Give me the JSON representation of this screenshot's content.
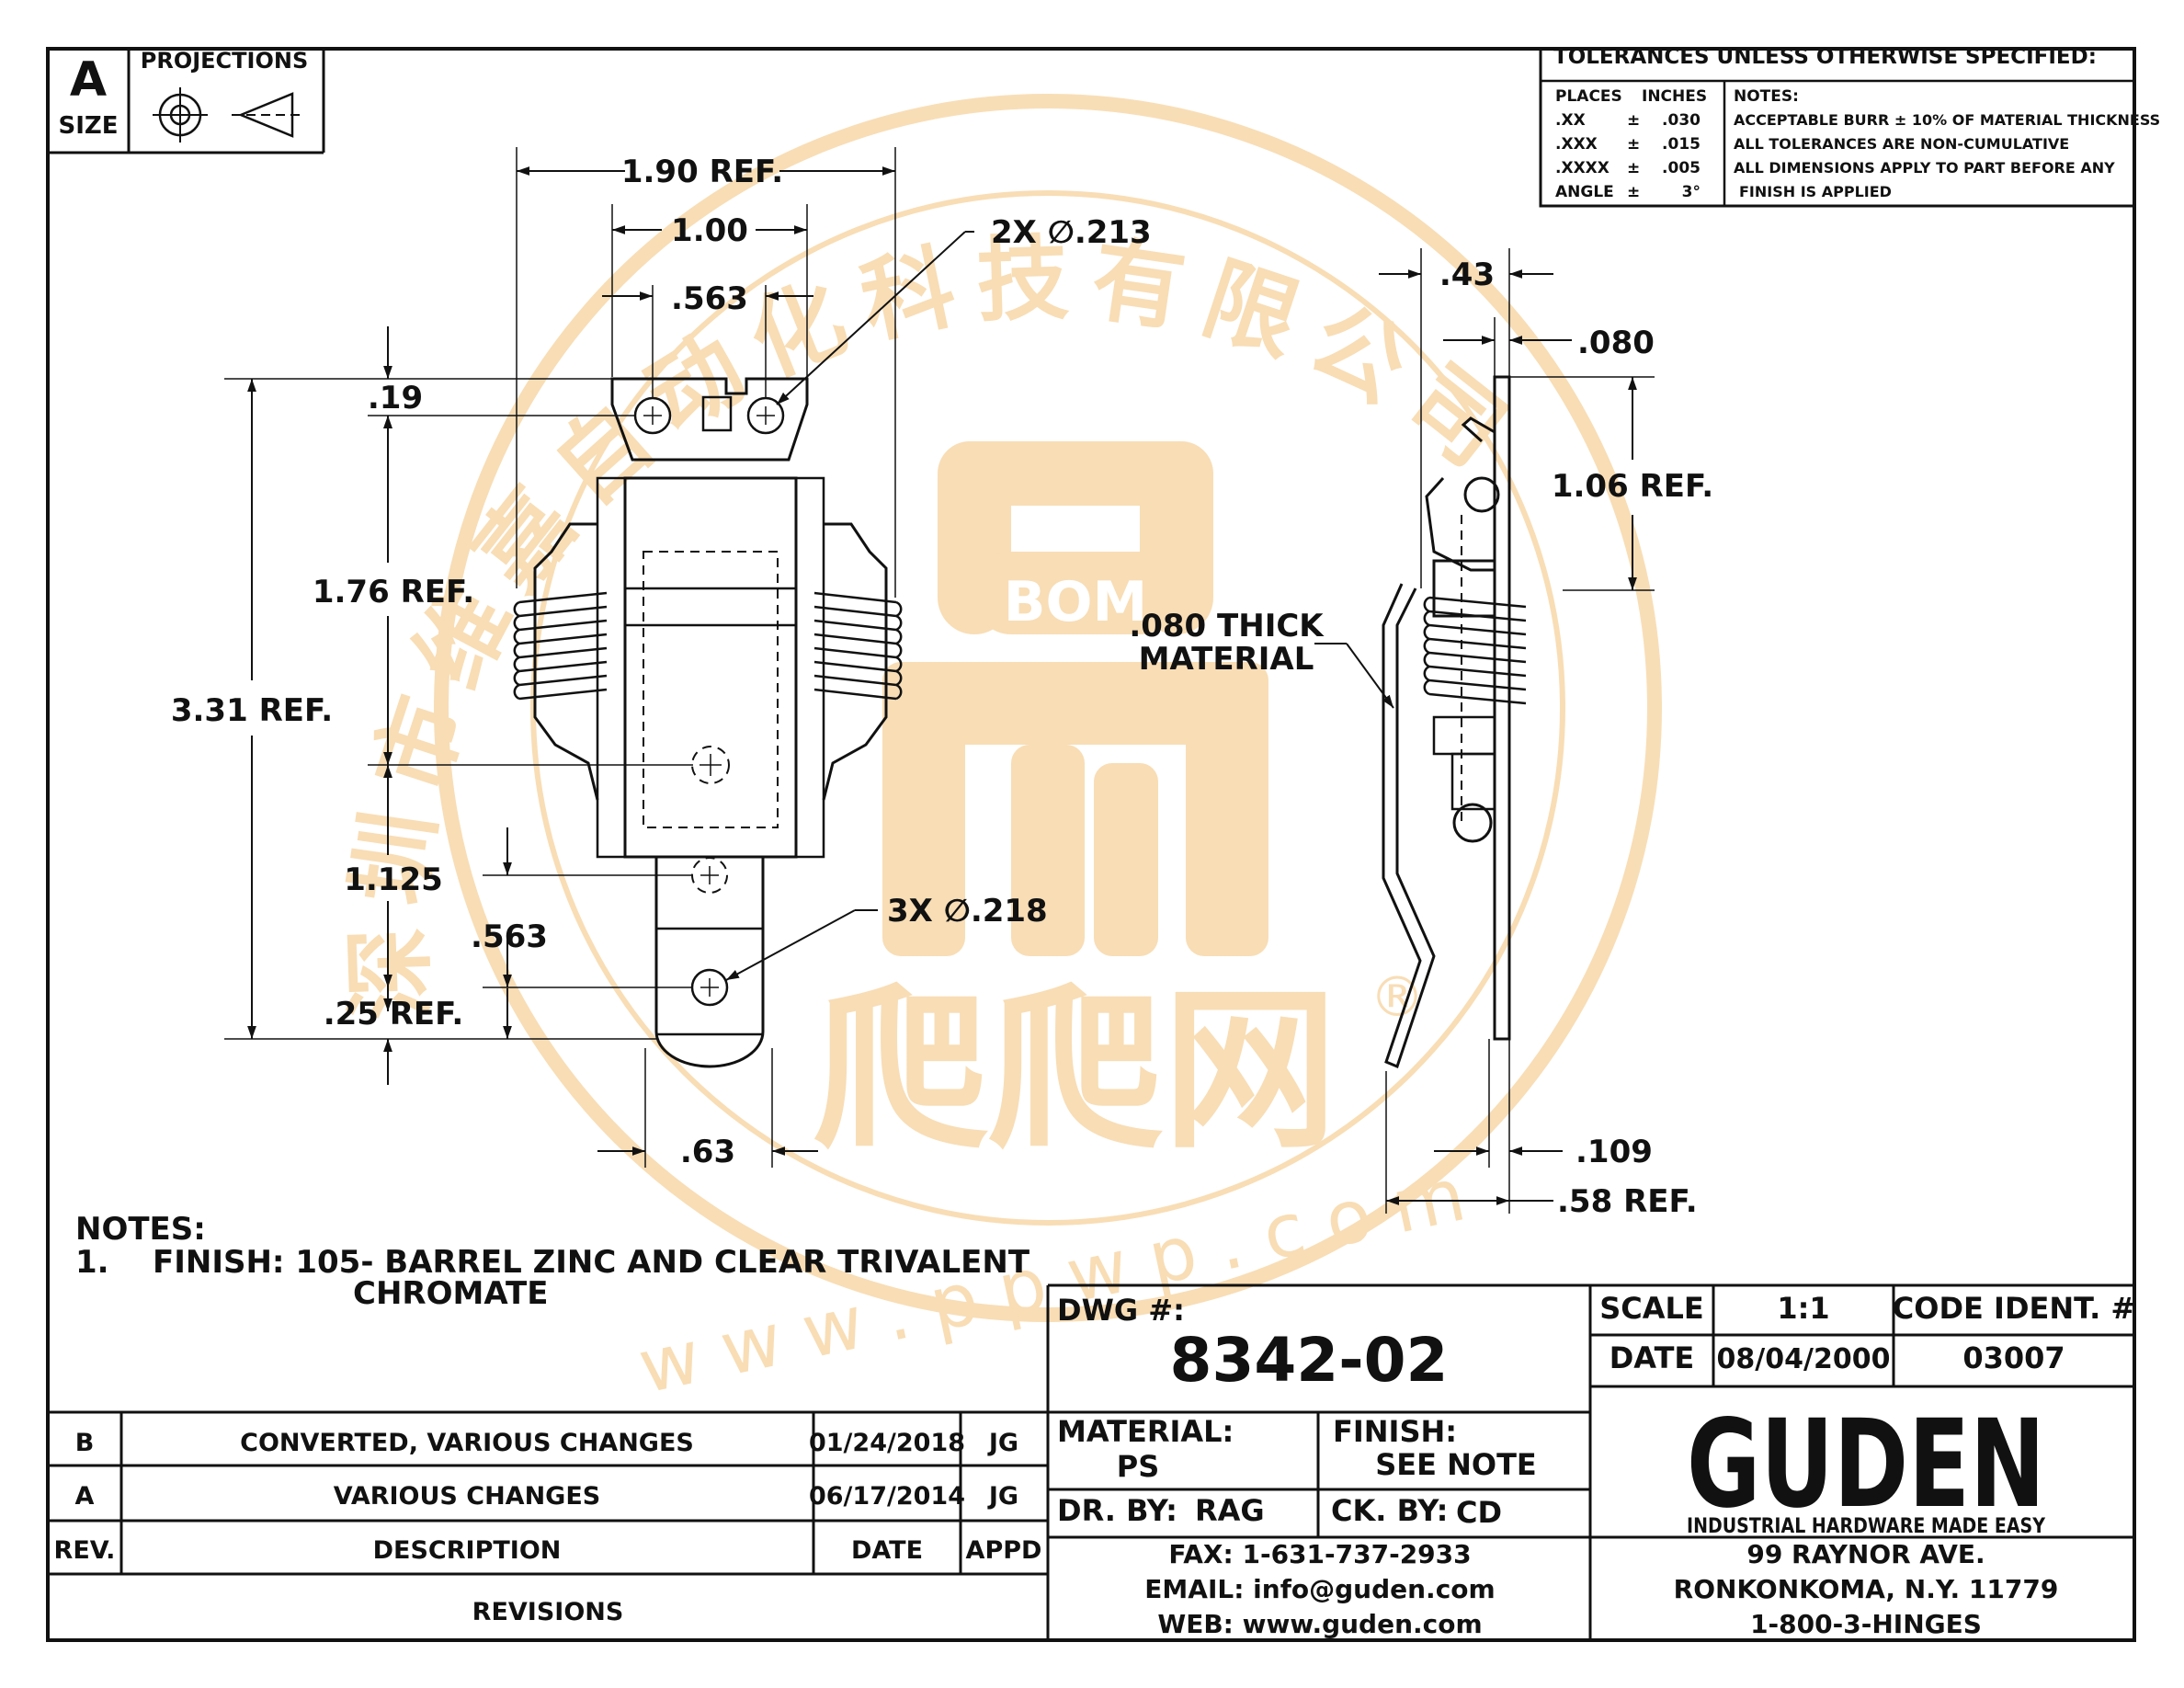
{
  "size_block": {
    "letter": "A",
    "label": "SIZE",
    "projections_label": "PROJECTIONS"
  },
  "tolerances": {
    "title": "TOLERANCES UNLESS OTHERWISE SPECIFIED:",
    "col_places": "PLACES",
    "col_inches": "INCHES",
    "rows": [
      {
        "places": ".XX",
        "pm": "±",
        "value": ".030"
      },
      {
        "places": ".XXX",
        "pm": "±",
        "value": ".015"
      },
      {
        "places": ".XXXX",
        "pm": "±",
        "value": ".005"
      },
      {
        "places": "ANGLE",
        "pm": "±",
        "value": "3°"
      }
    ],
    "notes_label": "NOTES:",
    "notes": [
      "ACCEPTABLE BURR ± 10% OF MATERIAL THICKNESS",
      "ALL TOLERANCES ARE NON-CUMULATIVE",
      "ALL DIMENSIONS APPLY TO PART BEFORE ANY",
      "FINISH IS APPLIED"
    ]
  },
  "dimensions": {
    "d_190": "1.90 REF.",
    "d_100": "1.00",
    "d_563_top": ".563",
    "d_2x213": "2X ∅.213",
    "d_019": ".19",
    "d_176": "1.76 REF.",
    "d_331": "3.31 REF.",
    "d_1125": "1.125",
    "d_563_low": ".563",
    "d_3x218": "3X ∅.218",
    "d_025": ".25 REF.",
    "d_063": ".63",
    "d_043": ".43",
    "d_080": ".080",
    "d_106": "1.06 REF.",
    "thick_1": ".080 THICK",
    "thick_2": "MATERIAL",
    "d_109": ".109",
    "d_058": ".58 REF."
  },
  "notes": {
    "heading": "NOTES:",
    "num": "1.",
    "line1": "FINISH: 105- BARREL ZINC AND CLEAR TRIVALENT",
    "line2": "CHROMATE"
  },
  "revisions": {
    "rows": [
      {
        "rev": "B",
        "desc": "CONVERTED, VARIOUS CHANGES",
        "date": "01/24/2018",
        "appd": "JG"
      },
      {
        "rev": "A",
        "desc": "VARIOUS CHANGES",
        "date": "06/17/2014",
        "appd": "JG"
      }
    ],
    "hdr_rev": "REV.",
    "hdr_desc": "DESCRIPTION",
    "hdr_date": "DATE",
    "hdr_appd": "APPD",
    "footer": "REVISIONS"
  },
  "title_block": {
    "dwg_label": "DWG #:",
    "dwg_number": "8342-02",
    "scale_label": "SCALE",
    "scale_value": "1:1",
    "code_label": "CODE IDENT. #",
    "date_label": "DATE",
    "date_value": "08/04/2000",
    "code_value": "03007",
    "material_label": "MATERIAL:",
    "material_value": "PS",
    "finish_label": "FINISH:",
    "finish_value": "SEE NOTE",
    "drawn_label": "DR. BY:",
    "drawn_value": "RAG",
    "checked_label": "CK. BY:",
    "checked_value": "CD",
    "fax": "FAX: 1-631-737-2933",
    "email": "EMAIL: info@guden.com",
    "web": "WEB: www.guden.com",
    "logo_text": "GUDEN",
    "tagline": "INDUSTRIAL HARDWARE MADE EASY",
    "addr1": "99 RAYNOR AVE.",
    "addr2": "RONKONKOMA, N.Y. 11779",
    "addr3": "1-800-3-HINGES"
  },
  "watermark": {
    "ring_text": "深圳市维嘉自动化科技有限公司",
    "bom": "BOM",
    "big": "爬爬网",
    "url": "w w w . p p w p . c o m",
    "registered": "®",
    "color": "#f3c27a"
  }
}
